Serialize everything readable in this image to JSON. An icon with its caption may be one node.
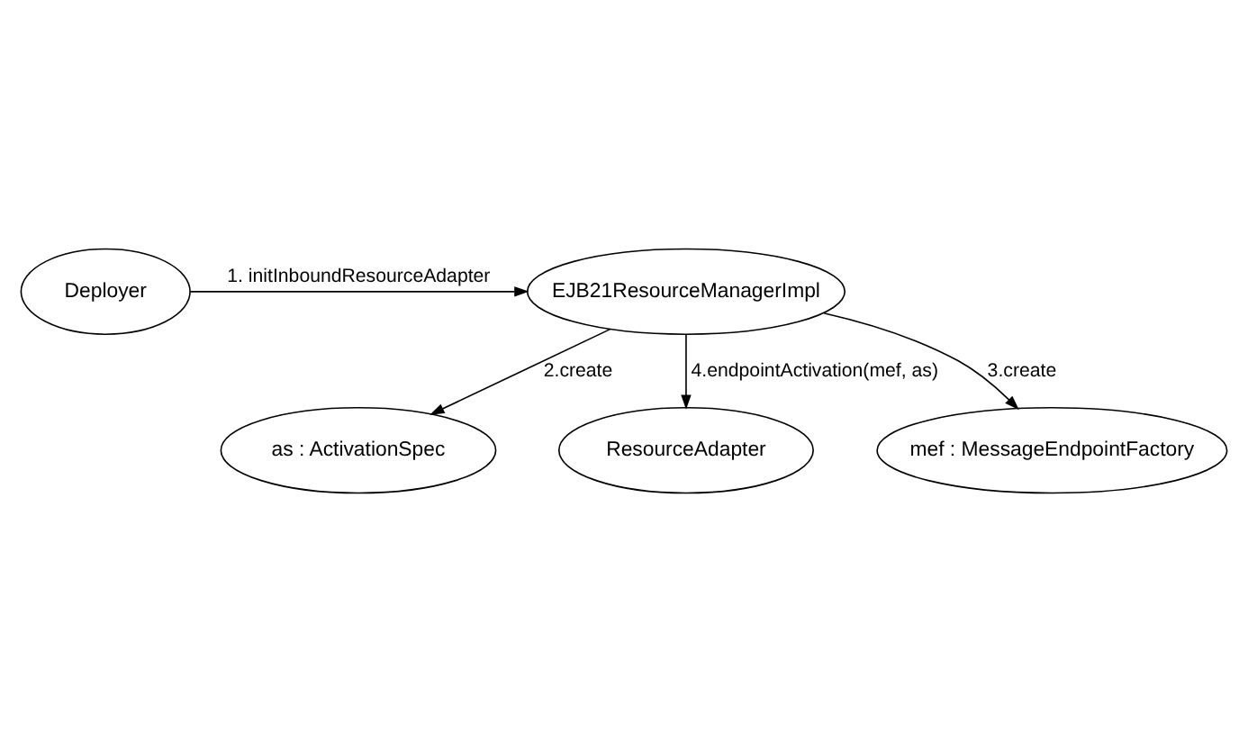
{
  "diagram": {
    "nodes": [
      {
        "text": [
          "Deployer"
        ]
      },
      {
        "text": [
          "EJB21ResourceManagerImpl"
        ]
      },
      {
        "text": [
          "as : ActivationSpec"
        ]
      },
      {
        "text": [
          "ResourceAdapter"
        ]
      },
      {
        "text": [
          "mef : MessageEndpointFactory"
        ]
      }
    ],
    "edges": [
      {
        "from": 0,
        "to": 1,
        "arrow": "to",
        "label": "1. initInboundResourceAdapter"
      },
      {
        "from": 1,
        "to": 2,
        "arrow": "to",
        "label": "2.create"
      },
      {
        "from": 1,
        "to": 4,
        "arrow": "to",
        "label": "3.create"
      },
      {
        "from": 1,
        "to": 3,
        "arrow": "to",
        "label": "4.endpointActivation(mef, as)"
      }
    ]
  }
}
